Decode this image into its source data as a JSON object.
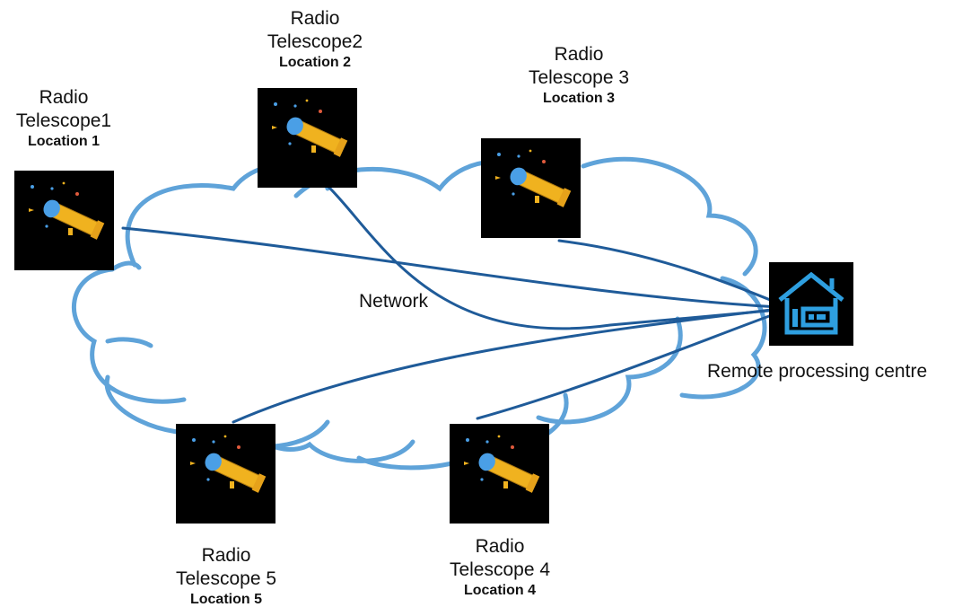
{
  "network": {
    "label": "Network"
  },
  "hub": {
    "label": "Remote processing centre",
    "icon": "house-server-icon",
    "color": "#2e9fe0"
  },
  "telescopes": [
    {
      "id": "t1",
      "name1": "Radio",
      "name2": "Telescope1",
      "location": "Location 1"
    },
    {
      "id": "t2",
      "name1": "Radio",
      "name2": "Telescope2",
      "location": "Location 2"
    },
    {
      "id": "t3",
      "name1": "Radio",
      "name2": "Telescope 3",
      "location": "Location 3"
    },
    {
      "id": "t4",
      "name1": "Radio",
      "name2": "Telescope 4",
      "location": "Location 4"
    },
    {
      "id": "t5",
      "name1": "Radio",
      "name2": "Telescope 5",
      "location": "Location 5"
    }
  ],
  "colors": {
    "cloud": "#5fa3d9",
    "link": "#1f5b99",
    "telescope_body": "#f0b21f",
    "lens": "#4a9fe6"
  }
}
